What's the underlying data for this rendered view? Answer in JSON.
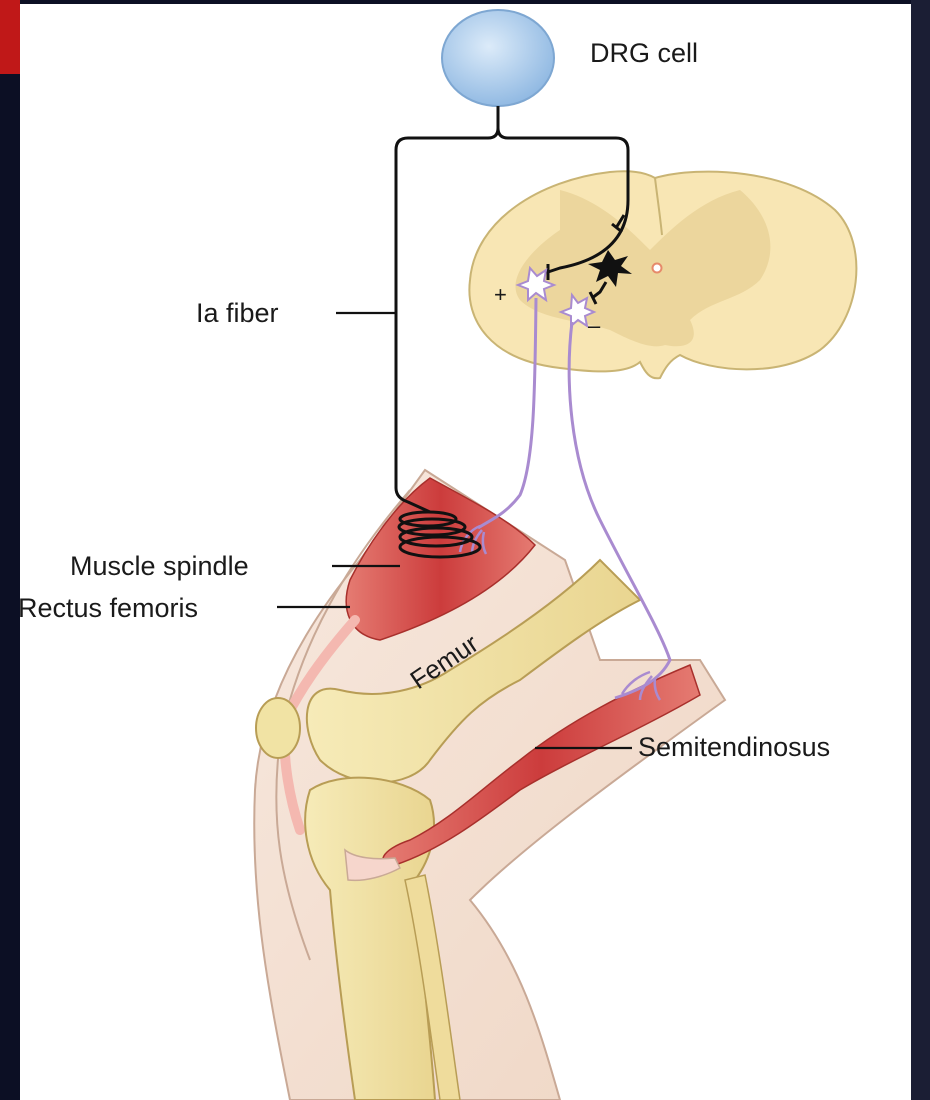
{
  "labels": {
    "drg_cell": "DRG cell",
    "ia_fiber": "Ia fiber",
    "muscle_spindle": "Muscle spindle",
    "rectus_femoris": "Rectus femoris",
    "femur": "Femur",
    "semitendinosus": "Semitendinosus",
    "excitatory_sign": "+",
    "inhibitory_sign": "–"
  },
  "colors": {
    "background": "#0c0f24",
    "panel": "#ffffff",
    "grey_matter": "#e8d59a",
    "white_matter": "#f8e6b4",
    "drg_cell": "#9fc6ea",
    "muscle": "#d24a4a",
    "bone": "#f1e3a4",
    "skin": "#f4e0d2",
    "motor_axon": "#a98bd0",
    "sensory_axon": "#111111",
    "accent_corner": "#c01818"
  }
}
